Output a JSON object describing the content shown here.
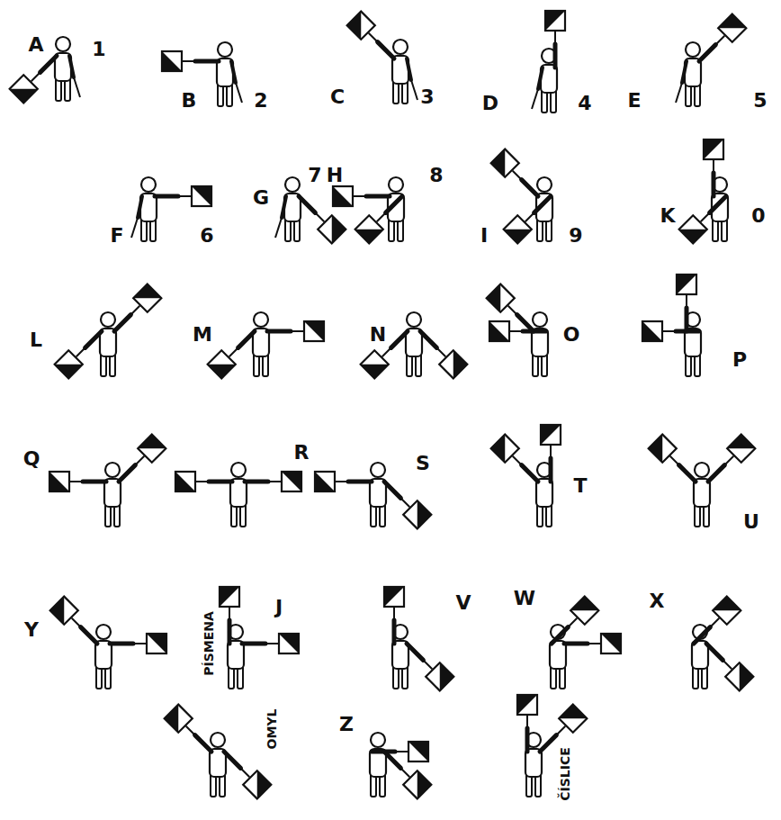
{
  "diagram": {
    "labels": [
      "A",
      "1",
      "B",
      "2",
      "C",
      "3",
      "D",
      "4",
      "E",
      "5",
      "F",
      "6",
      "G",
      "7",
      "H",
      "8",
      "I",
      "9",
      "K",
      "0",
      "L",
      "M",
      "N",
      "O",
      "P",
      "Q",
      "R",
      "S",
      "T",
      "U",
      "Y",
      "PÍSMENA",
      "J",
      "V",
      "W",
      "X",
      "OMYL",
      "Z",
      "ČÍSLICE"
    ]
  }
}
